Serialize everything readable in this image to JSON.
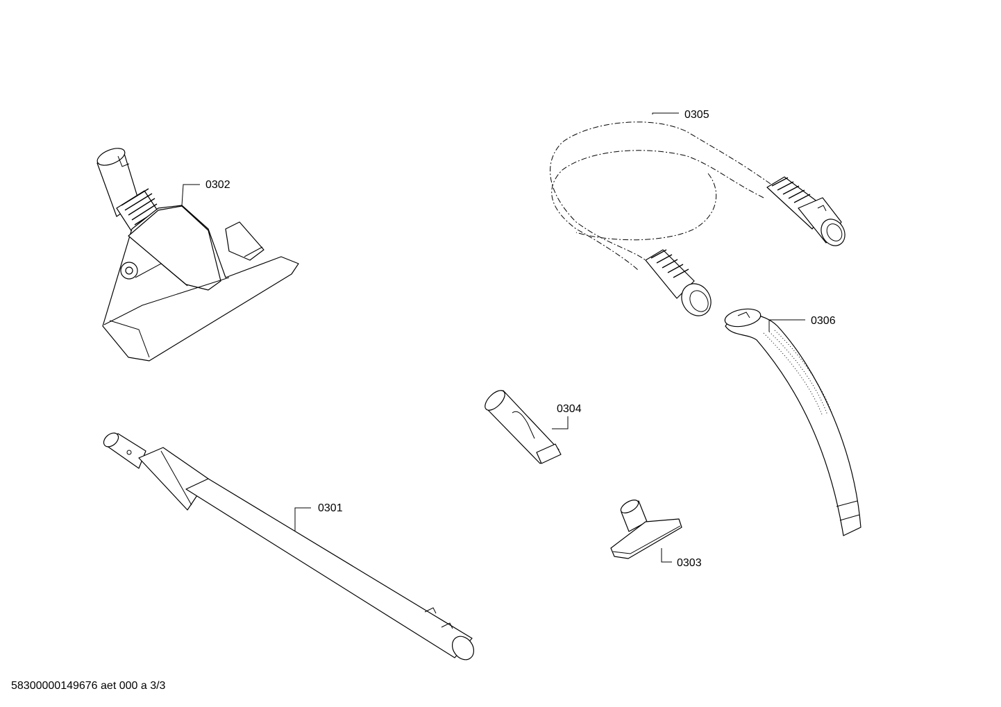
{
  "diagram": {
    "parts": [
      {
        "id": "p0301",
        "label": "0301"
      },
      {
        "id": "p0302",
        "label": "0302"
      },
      {
        "id": "p0303",
        "label": "0303"
      },
      {
        "id": "p0304",
        "label": "0304"
      },
      {
        "id": "p0305",
        "label": "0305"
      },
      {
        "id": "p0306",
        "label": "0306"
      }
    ],
    "footer": "58300000149676 aet 000 a 3/3"
  }
}
